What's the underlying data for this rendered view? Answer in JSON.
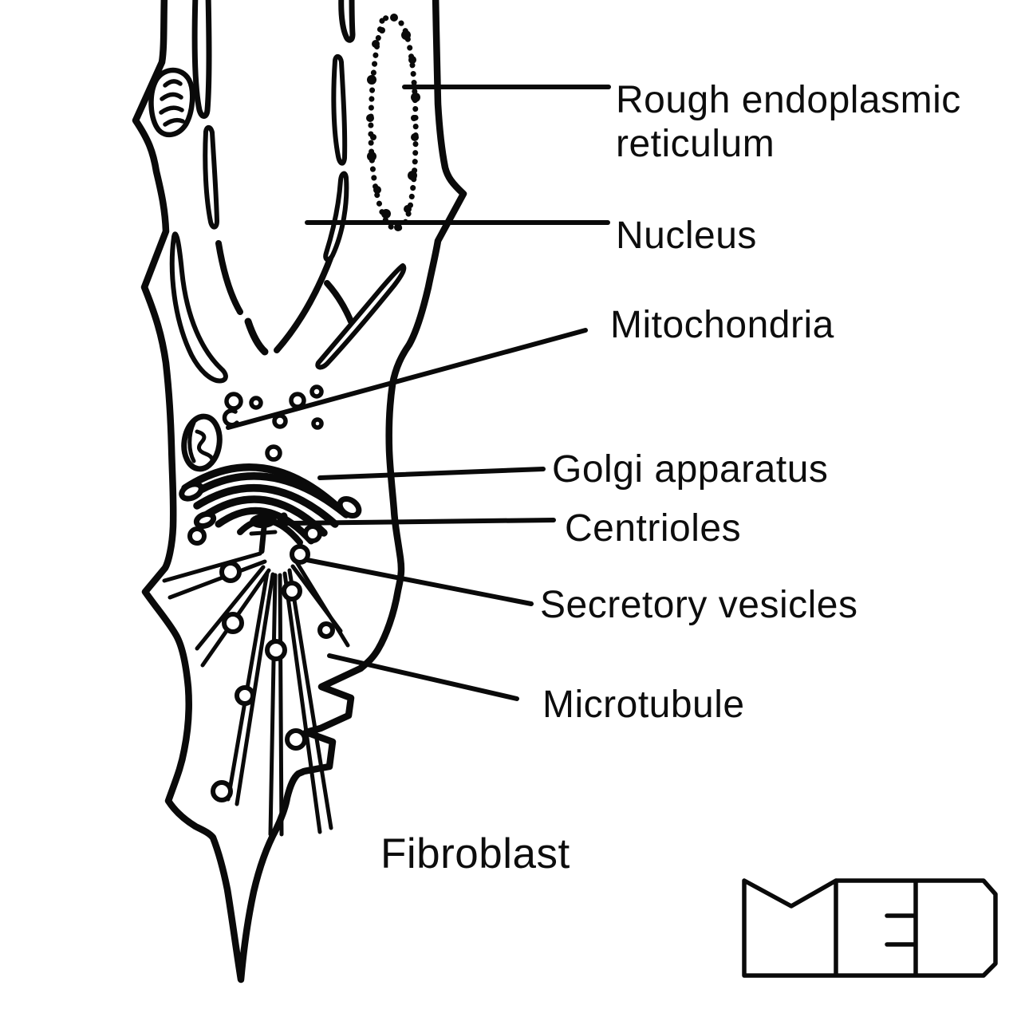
{
  "canvas": {
    "background": "#ffffff",
    "ink": "#0a0a0a"
  },
  "diagram": {
    "subject": "Fibroblast cell anatomy diagram",
    "caption": "Fibroblast",
    "labels": {
      "rough_er": "Rough endoplasmic reticulum",
      "nucleus": "Nucleus",
      "mitochondria": "Mitochondria",
      "golgi_apparatus": "Golgi apparatus",
      "centrioles": "Centrioles",
      "secretory_vesicles": "Secretory vesicles",
      "microtubule": "Microtubule"
    },
    "logo_text": "MED"
  }
}
